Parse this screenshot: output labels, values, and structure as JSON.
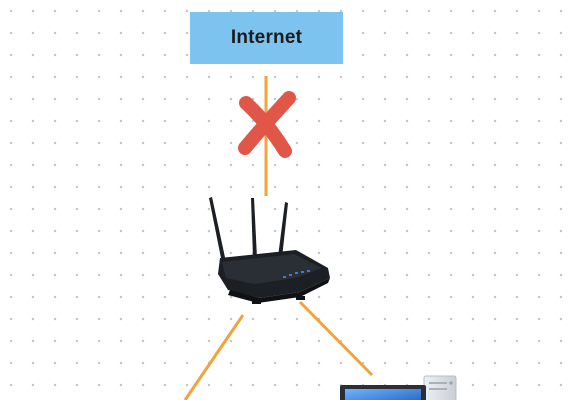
{
  "nodes": {
    "internet": {
      "label": "Internet"
    }
  },
  "connection_status": {
    "internet_router": "disconnected",
    "router_left": "connected",
    "router_computer": "connected"
  },
  "colors": {
    "node_fill": "#7cc3ef",
    "link": "#f4a23a",
    "broken_marker": "#e0574a",
    "router_body": "#1c1f24",
    "router_leds": "#3a7bd5"
  },
  "icons": [
    "cross-icon",
    "router-icon",
    "desktop-computer-icon"
  ]
}
